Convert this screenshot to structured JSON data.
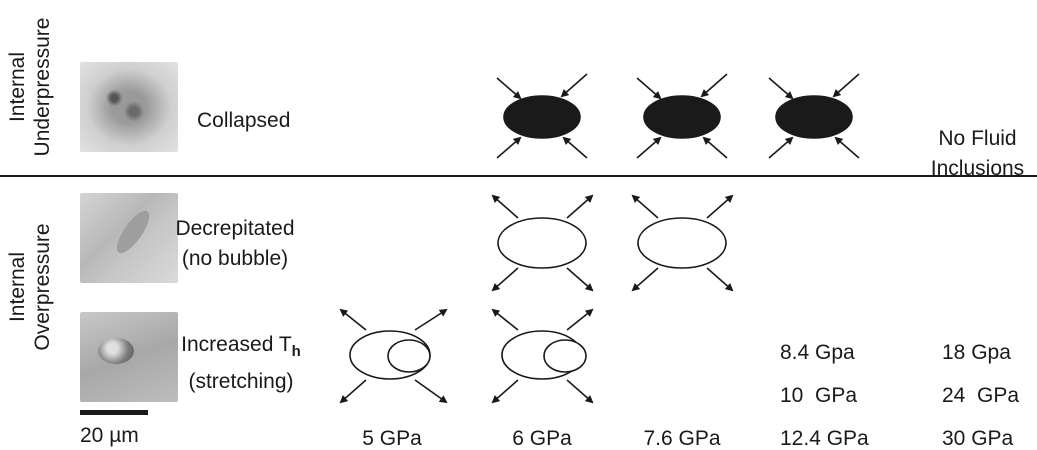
{
  "row_labels": {
    "underpressure": [
      "Internal",
      "Underpressure"
    ],
    "overpressure": [
      "Internal",
      "Overpressure"
    ]
  },
  "states": {
    "collapsed": "Collapsed",
    "decrepitated_1": "Decrepitated",
    "decrepitated_2": "(no bubble)",
    "increased_th_1": "Increased T",
    "increased_th_sub": "h",
    "increased_th_2": "(stretching)"
  },
  "scale_bar": "20 µm",
  "no_inclusions": [
    "No Fluid",
    "Inclusions"
  ],
  "pressures": {
    "col1": "5 GPa",
    "col2": "6 GPa",
    "col3": "7.6 GPa",
    "col4": [
      "8.4 Gpa",
      "10  GPa",
      "12.4 GPa"
    ],
    "col5": [
      "18 Gpa",
      "24  GPa",
      "30 GPa"
    ]
  },
  "colors": {
    "ink": "#1a1a1a",
    "fill_dark": "#1a1a1a",
    "photo_bg": "#c9c9c9"
  }
}
